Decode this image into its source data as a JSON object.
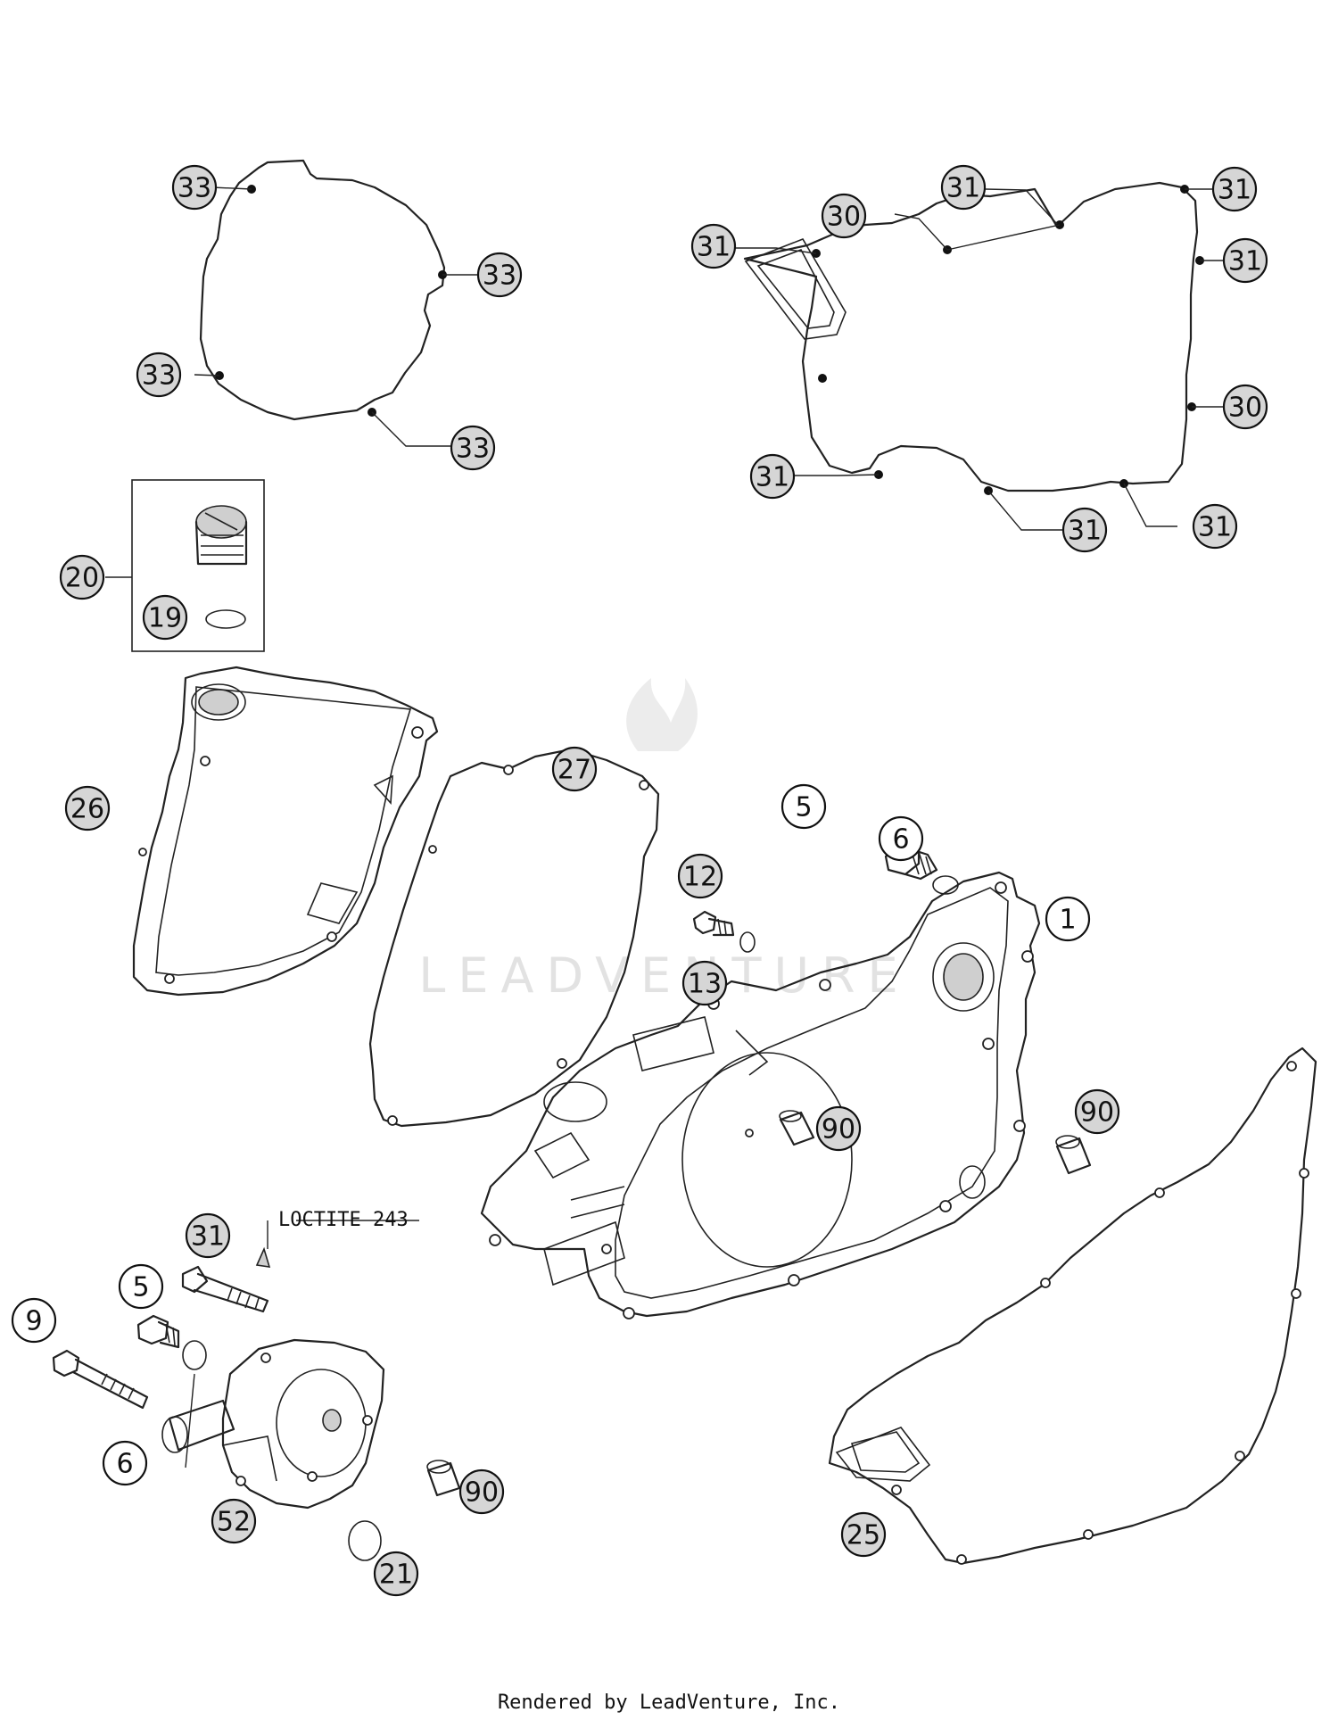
{
  "watermark": "LEADVENTURE",
  "note": "LOCTITE 243",
  "footer": "Rendered by LeadVenture, Inc.",
  "callouts": [
    {
      "id": "c33a",
      "label": "33"
    },
    {
      "id": "c33b",
      "label": "33"
    },
    {
      "id": "c33c",
      "label": "33"
    },
    {
      "id": "c33d",
      "label": "33"
    },
    {
      "id": "c31a",
      "label": "31"
    },
    {
      "id": "c31b",
      "label": "31"
    },
    {
      "id": "c30a",
      "label": "30"
    },
    {
      "id": "c31c",
      "label": "31"
    },
    {
      "id": "c31d",
      "label": "31"
    },
    {
      "id": "c30b",
      "label": "30"
    },
    {
      "id": "c31e",
      "label": "31"
    },
    {
      "id": "c31f",
      "label": "31"
    },
    {
      "id": "c31g",
      "label": "31"
    },
    {
      "id": "c20",
      "label": "20"
    },
    {
      "id": "c19",
      "label": "19"
    },
    {
      "id": "c26",
      "label": "26"
    },
    {
      "id": "c27",
      "label": "27"
    },
    {
      "id": "c5a",
      "label": "5"
    },
    {
      "id": "c6a",
      "label": "6"
    },
    {
      "id": "c12",
      "label": "12"
    },
    {
      "id": "c13",
      "label": "13"
    },
    {
      "id": "c1",
      "label": "1"
    },
    {
      "id": "c90a",
      "label": "90"
    },
    {
      "id": "c90b",
      "label": "90"
    },
    {
      "id": "c31h",
      "label": "31"
    },
    {
      "id": "c5b",
      "label": "5"
    },
    {
      "id": "c9",
      "label": "9"
    },
    {
      "id": "c6b",
      "label": "6"
    },
    {
      "id": "c52",
      "label": "52"
    },
    {
      "id": "c90c",
      "label": "90"
    },
    {
      "id": "c21",
      "label": "21"
    },
    {
      "id": "c25",
      "label": "25"
    }
  ]
}
